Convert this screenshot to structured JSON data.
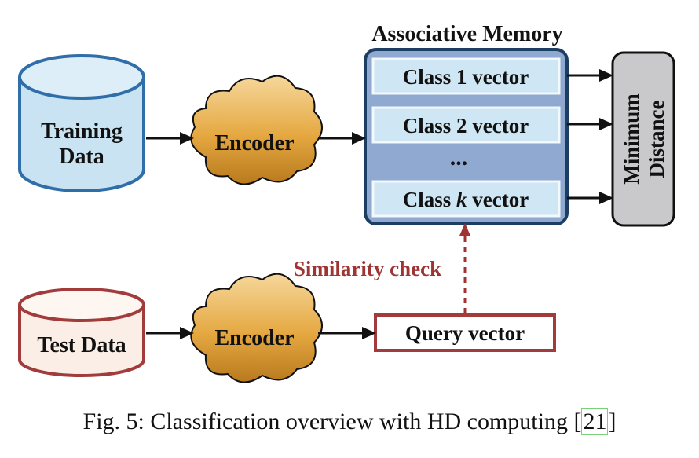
{
  "diagram": {
    "training_db": {
      "line1": "Training",
      "line2": "Data"
    },
    "test_db": {
      "label": "Test Data"
    },
    "encoder_top": {
      "label": "Encoder"
    },
    "encoder_bottom": {
      "label": "Encoder"
    },
    "memory": {
      "title": "Associative Memory",
      "class1": "Class 1 vector",
      "class2": "Class 2 vector",
      "ellipsis": "...",
      "classk_prefix": "Class ",
      "classk_var": "k",
      "classk_suffix": " vector"
    },
    "min_distance": {
      "line1": "Minimum",
      "line2": "Distance"
    },
    "similarity_label": "Similarity check",
    "query": {
      "label": "Query vector"
    }
  },
  "caption": {
    "text": "Fig. 5: Classification overview with HD computing [",
    "ref": "21",
    "close": "]"
  },
  "colors": {
    "training_fill": "#c9e3f3",
    "training_stroke": "#2f6ea8",
    "test_fill": "#fbeee6",
    "test_stroke": "#a23b3b",
    "encoder_fill": "#e9b04b",
    "memory_fill": "#8fa9d0",
    "memory_stroke": "#1d3e63",
    "class_fill": "#cfe6f4",
    "min_fill": "#c9c9cc",
    "similarity": "#9e3434",
    "query_stroke": "#a23b3b"
  }
}
